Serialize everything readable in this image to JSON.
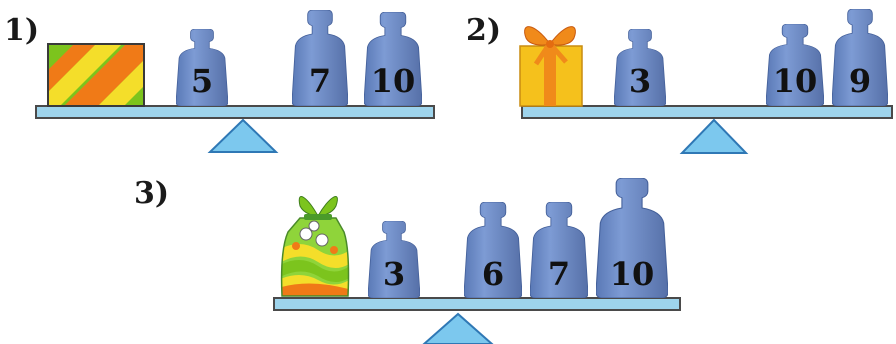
{
  "colors": {
    "weight_fill": "#6f8fcb",
    "weight_shade": "#5774b0",
    "beam_fill": "#9ed4ec",
    "beam_stroke": "#4a4a4a",
    "fulcrum_fill": "#7cc8ee",
    "fulcrum_stroke": "#2f78b5",
    "gift_yellow": "#f5c11c",
    "ribbon_orange": "#f08a1a",
    "box_green": "#7cc41d",
    "box_orange": "#f07a17",
    "box_yellow": "#f4de2a"
  },
  "scales": [
    {
      "label": "1)",
      "object": "striped-box",
      "left_weights": [
        "5"
      ],
      "right_weights": [
        "7",
        "10"
      ]
    },
    {
      "label": "2)",
      "object": "gift-box",
      "left_weights": [
        "3"
      ],
      "right_weights": [
        "10",
        "9"
      ]
    },
    {
      "label": "3)",
      "object": "candy-bag",
      "left_weights": [
        "3"
      ],
      "right_weights": [
        "6",
        "7",
        "10"
      ]
    }
  ]
}
